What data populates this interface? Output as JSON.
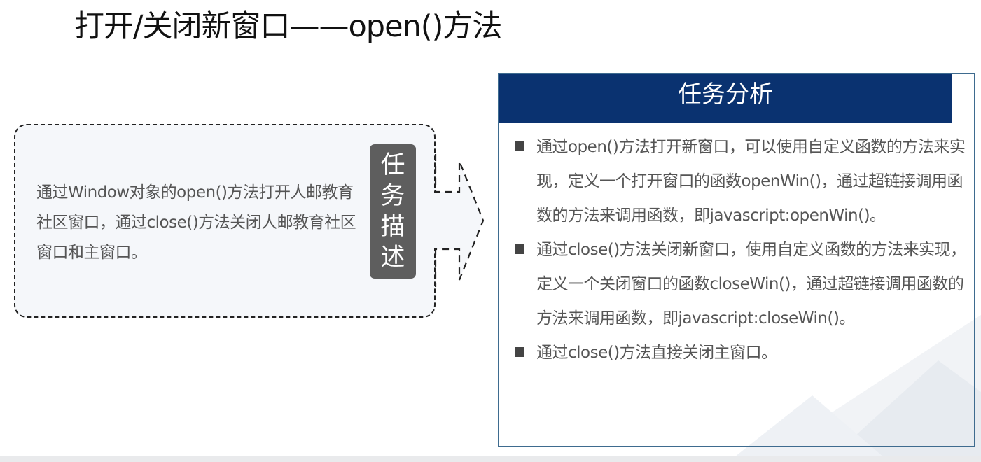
{
  "title": "打开/关闭新窗口——open()方法",
  "task_description": {
    "label_chars": [
      "任",
      "务",
      "描",
      "述"
    ],
    "text": "通过Window对象的open()方法打开人邮教育社区窗口，通过close()方法关闭人邮教育社区窗口和主窗口。"
  },
  "analysis": {
    "heading": "任务分析",
    "items": [
      "通过open()方法打开新窗口，可以使用自定义函数的方法来实现，定义一个打开窗口的函数openWin()，通过超链接调用函数的方法来调用函数，即javascript:openWin()。",
      " 通过close()方法关闭新窗口，使用自定义函数的方法来实现，定义一个关闭窗口的函数closeWin()，通过超链接调用函数的方法来调用函数，即javascript:closeWin()。",
      "通过close()方法直接关闭主窗口。"
    ]
  },
  "colors": {
    "header_bg": "#0a3270",
    "panel_border": "#3e6b8f",
    "label_bg": "#5e5e5e",
    "text_gray": "#555555"
  }
}
